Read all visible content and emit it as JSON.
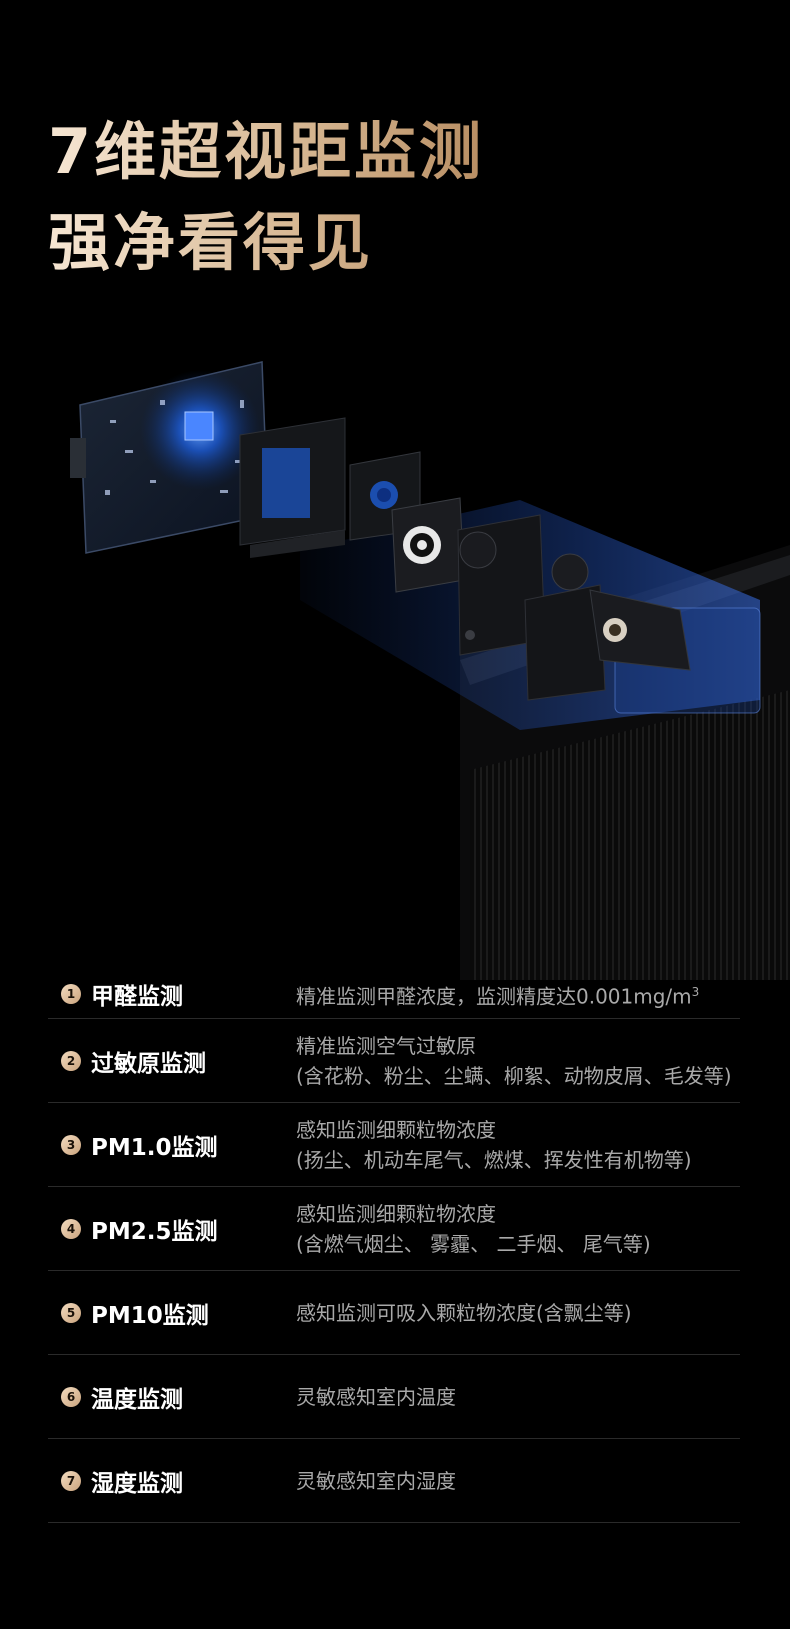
{
  "headline": {
    "line1": "7维超视距监测",
    "line2": "强净看得见"
  },
  "features": [
    {
      "num": "1",
      "title": "甲醛监测",
      "desc": [
        "精准监测甲醛浓度，监测精度达0.001mg/m"
      ],
      "sup": "3"
    },
    {
      "num": "2",
      "title": "过敏原监测",
      "desc": [
        "精准监测空气过敏原",
        "(含花粉、粉尘、尘螨、柳絮、动物皮屑、毛发等)"
      ]
    },
    {
      "num": "3",
      "title": "PM1.0监测",
      "desc": [
        "感知监测细颗粒物浓度",
        "(扬尘、机动车尾气、燃煤、挥发性有机物等)"
      ]
    },
    {
      "num": "4",
      "title": "PM2.5监测",
      "desc": [
        "感知监测细颗粒物浓度",
        "(含燃气烟尘、 雾霾、 二手烟、 尾气等)"
      ]
    },
    {
      "num": "5",
      "title": "PM10监测",
      "desc": [
        "感知监测可吸入颗粒物浓度(含飘尘等)"
      ]
    },
    {
      "num": "6",
      "title": "温度监测",
      "desc": [
        "灵敏感知室内温度"
      ]
    },
    {
      "num": "7",
      "title": "湿度监测",
      "desc": [
        "灵敏感知室内湿度"
      ]
    }
  ],
  "colors": {
    "accent_gold": "#d8b995",
    "sensor_blue": "#1f6bff",
    "background": "#000000"
  }
}
